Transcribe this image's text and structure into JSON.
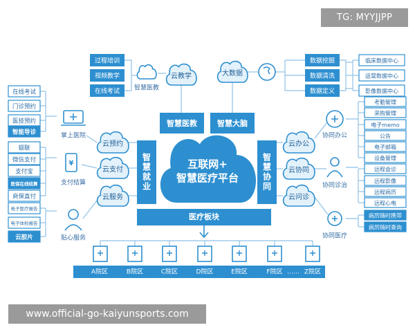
{
  "watermark": {
    "tg": "TG: MYYJJPP",
    "url": "www.official-go-kaiyunsports.com"
  },
  "colors": {
    "primary": "#2d8fd0",
    "light": "#e3f1fb",
    "text_dark": "#3a6ea5",
    "connector": "#8fc1e6"
  },
  "center": {
    "line1": "互联网+",
    "line2": "智慧医疗平台",
    "bottom_bar": "医疗板块"
  },
  "pillars": {
    "top": [
      "智慧医教",
      "智慧大脑"
    ],
    "left": "智慧就业",
    "right": "智慧协同"
  },
  "top_left": {
    "items": [
      "过程培训",
      "视频教学",
      "在线考试"
    ],
    "icon_label": "智慧医教",
    "cloud": "云教学"
  },
  "top_right": {
    "cloud": "大数据",
    "mid": [
      "数据挖掘",
      "数据清洗",
      "数据定义"
    ],
    "outer": [
      "临床数据中心",
      "运营数据中心",
      "影像数据中心"
    ]
  },
  "left": {
    "groups": [
      {
        "icon_label": "掌上医院",
        "cloud": "云预约",
        "items": [
          "在线考试",
          "门诊预约",
          "医技预约",
          "智能导诊"
        ],
        "icon": "laptop-icon"
      },
      {
        "icon_label": "支付结算",
        "cloud": "云支付",
        "items": [
          "银联",
          "微信支付",
          "支付宝",
          "医保在线结算",
          "商保直付"
        ],
        "icon": "phone-pay-icon"
      },
      {
        "icon_label": "贴心服务",
        "cloud": "云服务",
        "items": [
          "电子医疗报告",
          "电子体检报告",
          "云胶片"
        ],
        "icon": "service-person-icon"
      }
    ]
  },
  "right": {
    "groups": [
      {
        "icon_label": "协同办公",
        "cloud": "云办公",
        "items": [
          "考勤管理",
          "采购管理",
          "电子memo",
          "公告",
          "电子邮箱",
          "设备管理"
        ],
        "icon": "office-network-icon"
      },
      {
        "icon_label": "协同诊治",
        "cloud": "云协同",
        "items": [
          "远程会诊",
          "远程影像",
          "远程病历",
          "远程心电"
        ],
        "icon": "doctor-icon"
      },
      {
        "icon_label": "协同医疗",
        "cloud": "云问诊",
        "items": [
          "病历随时携带",
          "病历随时查询"
        ],
        "icon": "medical-network-icon"
      }
    ]
  },
  "districts": [
    "A院区",
    "B院区",
    "C院区",
    "D院区",
    "E院区",
    "F院区",
    "……",
    "Z院区"
  ]
}
